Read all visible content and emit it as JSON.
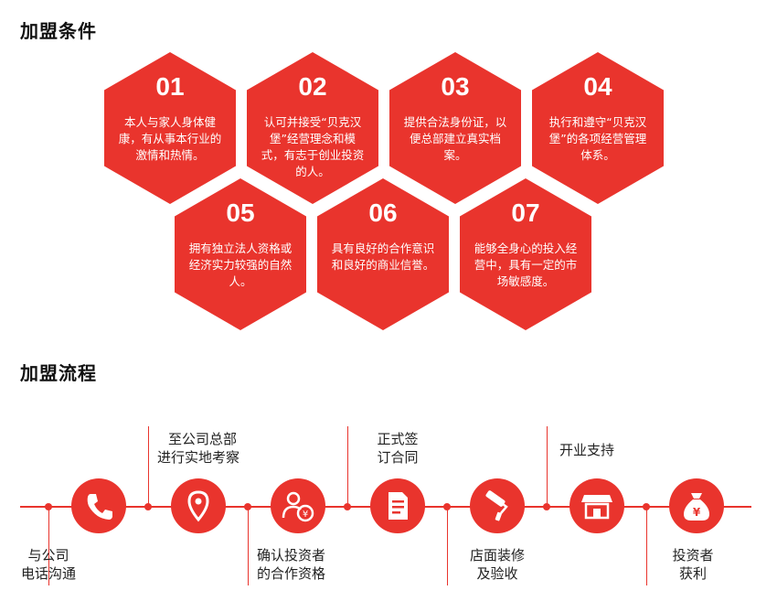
{
  "conditions": {
    "title": "加盟条件",
    "items": [
      {
        "num": "01",
        "text": "本人与家人身体健康，有从事本行业的激情和热情。"
      },
      {
        "num": "02",
        "text": "认可并接受“贝克汉堡”经营理念和模式，有志于创业投资的人。"
      },
      {
        "num": "03",
        "text": "提供合法身份证，以便总部建立真实档案。"
      },
      {
        "num": "04",
        "text": "执行和遵守“贝克汉堡”的各项经营管理体系。"
      },
      {
        "num": "05",
        "text": "拥有独立法人资格或经济实力较强的自然人。"
      },
      {
        "num": "06",
        "text": "具有良好的合作意识和良好的商业信誉。"
      },
      {
        "num": "07",
        "text": "能够全身心的投入经营中，具有一定的市场敏感度。"
      }
    ]
  },
  "process": {
    "title": "加盟流程",
    "steps": [
      {
        "line1": "与公司",
        "line2": "电话沟通",
        "icon": "phone-icon"
      },
      {
        "line1": "至公司总部",
        "line2": "进行实地考察",
        "icon": "location-pin-icon"
      },
      {
        "line1": "确认投资者",
        "line2": "的合作资格",
        "icon": "investor-yen-icon"
      },
      {
        "line1": "正式签",
        "line2": "订合同",
        "icon": "contract-document-icon"
      },
      {
        "line1": "店面装修",
        "line2": "及验收",
        "icon": "paint-roller-icon"
      },
      {
        "line1": "开业支持",
        "line2": "",
        "icon": "storefront-icon"
      },
      {
        "line1": "投资者",
        "line2": "获利",
        "icon": "money-bag-icon"
      }
    ]
  },
  "colors": {
    "accent": "#e9342d"
  }
}
